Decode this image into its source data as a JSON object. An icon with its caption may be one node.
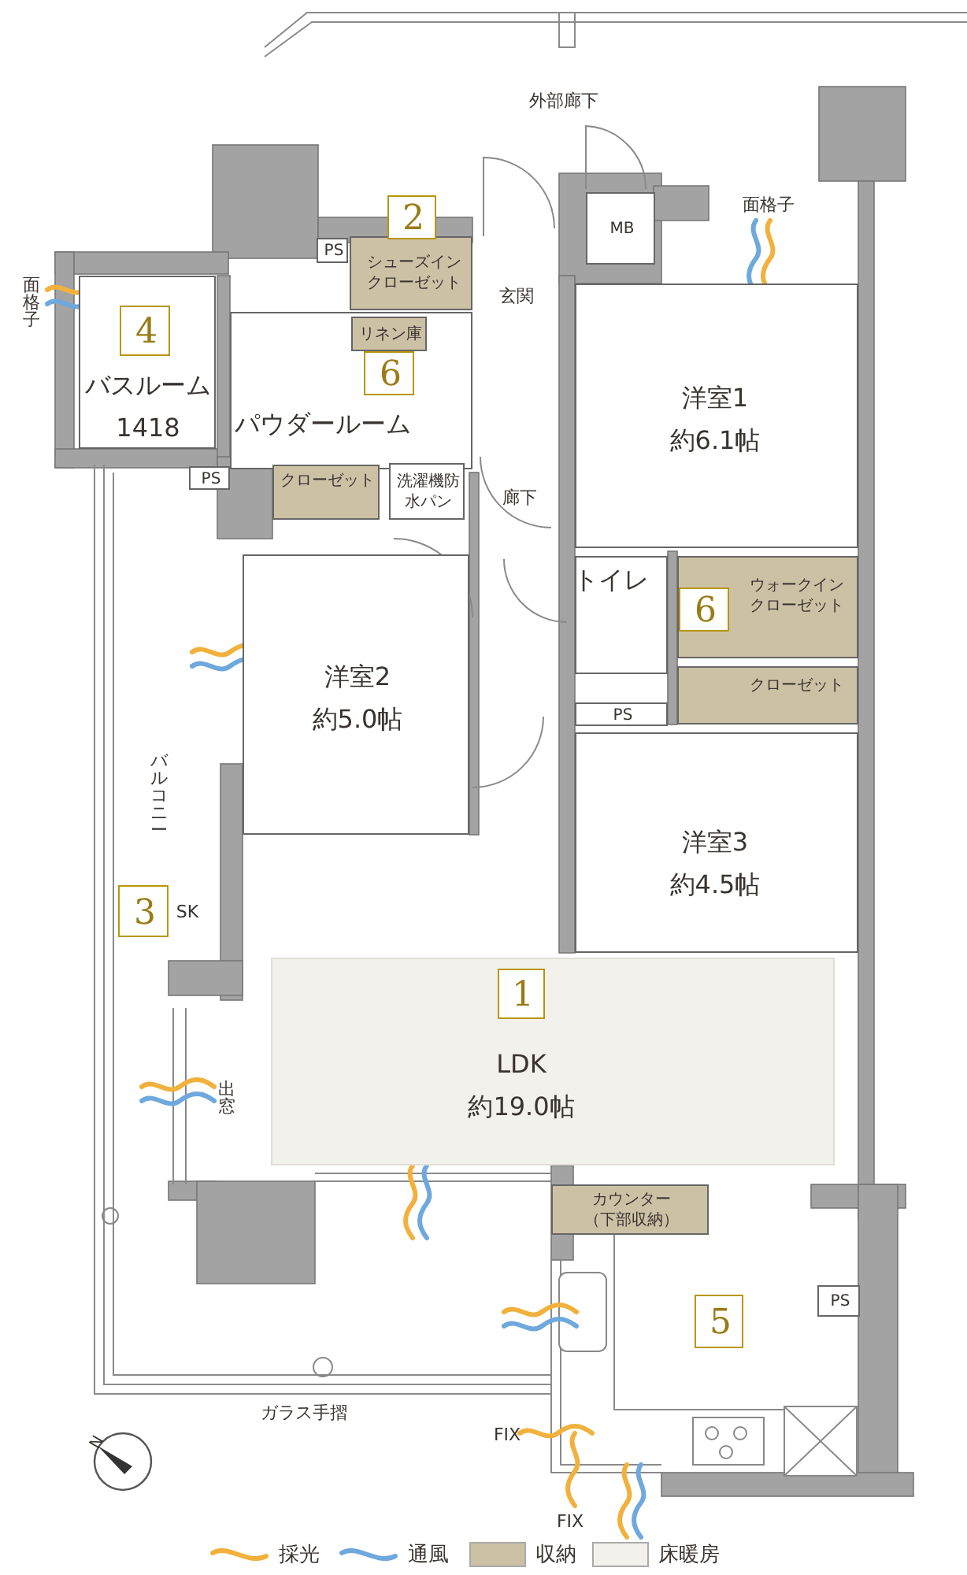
{
  "diagram": {
    "nodes": [
      {
        "text": [
          "MB"
        ]
      },
      {
        "text": [
          "PS"
        ]
      },
      {
        "text": [
          "シューズインクローゼット"
        ]
      },
      {
        "text": [
          "2"
        ]
      },
      {
        "text": [
          "バスルーム",
          "1418"
        ]
      },
      {
        "text": [
          "4"
        ],
        "in": 4
      },
      {
        "text": [
          "パウダールーム"
        ]
      },
      {
        "text": [
          "リネン庫"
        ],
        "in": 6
      },
      {
        "text": [
          "6"
        ],
        "in": 6
      },
      {
        "text": [
          "洋室1",
          "約6.1帖"
        ]
      },
      {
        "text": [
          "PS"
        ]
      },
      {
        "text": [
          "クローゼット"
        ]
      },
      {
        "text": [
          "洗濯機防水パン"
        ]
      },
      {
        "text": [
          "トイレ"
        ]
      },
      {
        "text": [
          "ウォークインクローゼット"
        ]
      },
      {
        "text": [
          "6"
        ],
        "in": 14
      },
      {
        "text": [
          "洋室2",
          "約5.0帖"
        ]
      },
      {
        "text": [
          "PS"
        ]
      },
      {
        "text": [
          "クローゼット"
        ]
      },
      {
        "text": [
          "3"
        ],
        "beside": [
          "SK"
        ]
      },
      {
        "text": [
          "洋室3",
          "約4.5帖"
        ]
      },
      {
        "text": [
          "LDK",
          "約19.0帖"
        ]
      },
      {
        "text": [
          "1"
        ],
        "in": 21
      },
      {
        "text": [
          "カウンター（下部収納）"
        ]
      },
      {
        "text": [
          "5"
        ]
      },
      {
        "text": [
          "PS"
        ]
      }
    ],
    "labels": [
      "外部廊下",
      "面格子",
      "玄関",
      "面格子",
      "廊下",
      "バルコニー",
      "出窓",
      "ガラス手摺",
      "FIX",
      "FIX",
      "N"
    ],
    "legend": [
      {
        "text": "採光"
      },
      {
        "text": "通風"
      },
      {
        "text": "収納",
        "color": "#cdc1a5"
      },
      {
        "text": "床暖房",
        "color": "#f3f1ec"
      }
    ]
  }
}
